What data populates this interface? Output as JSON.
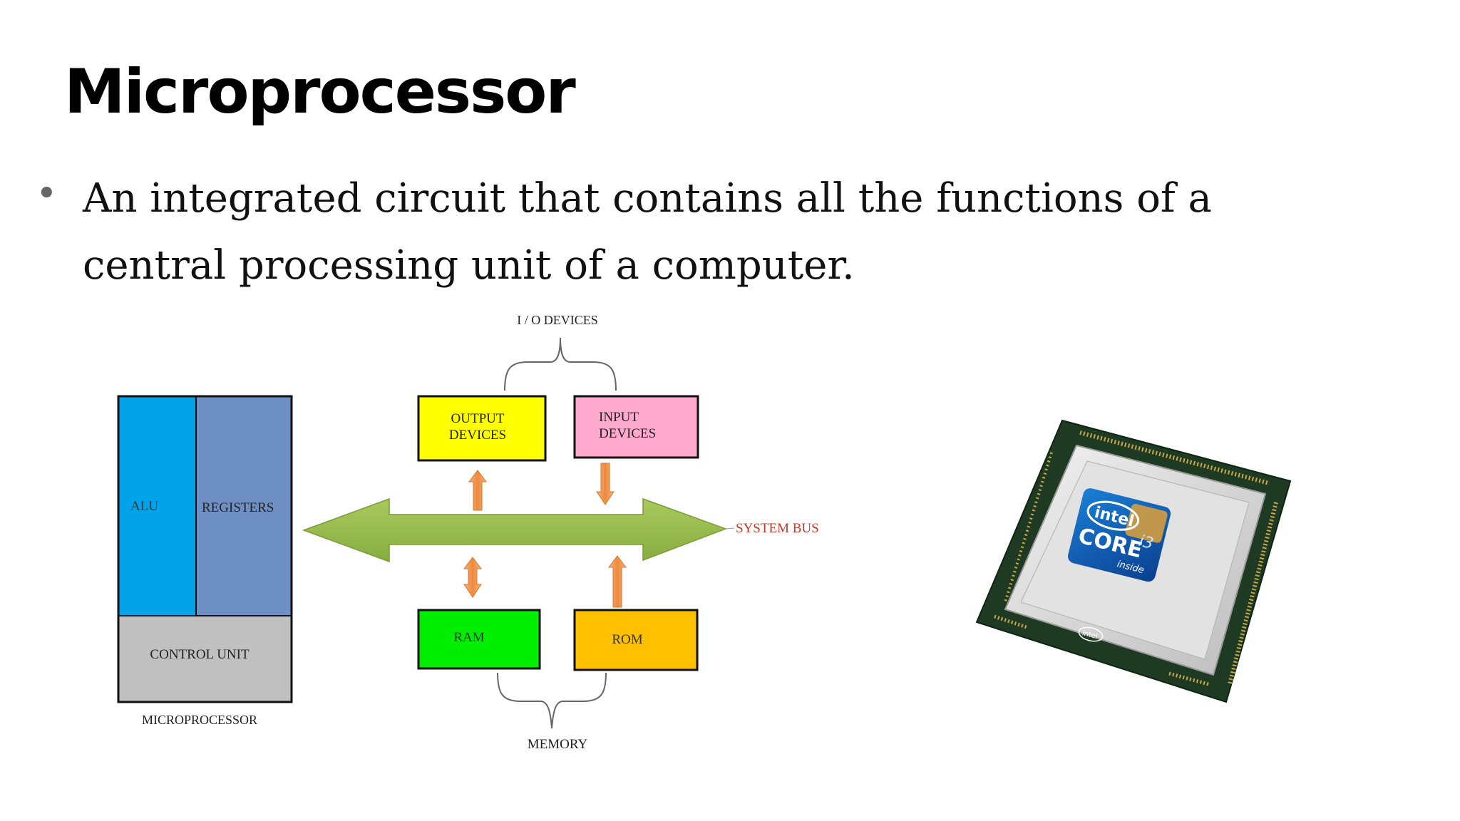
{
  "slide": {
    "title": "Microprocessor",
    "bullet_text": "An integrated circuit that contains all the functions of a central processing unit of a computer."
  },
  "diagram": {
    "io_devices_label": "I / O DEVICES",
    "output_devices": [
      "OUTPUT",
      "DEVICES"
    ],
    "input_devices": [
      "INPUT",
      "DEVICES"
    ],
    "alu_label": "ALU",
    "registers_label": "REGISTERS",
    "control_unit_label": "CONTROL UNIT",
    "microprocessor_label": "MICROPROCESSOR",
    "system_bus_label": "SYSTEM BUS",
    "ram_label": "RAM",
    "rom_label": "ROM",
    "memory_label": "MEMORY",
    "colors": {
      "alu": "#02a3e8",
      "registers": "#6f90c4",
      "control_unit": "#c0c0c0",
      "output_devices": "#ffff00",
      "input_devices": "#ffaacc",
      "ram": "#00ee00",
      "rom": "#ffc000",
      "system_bus": "#93b84a",
      "arrows": "#f29b5c",
      "system_bus_label": "#c0392b"
    }
  },
  "cpu_photo": {
    "brand_text": "intel",
    "core_text": "CORE",
    "model_text": "i3",
    "inside_text": "inside",
    "chip_logo_text": "intel"
  }
}
